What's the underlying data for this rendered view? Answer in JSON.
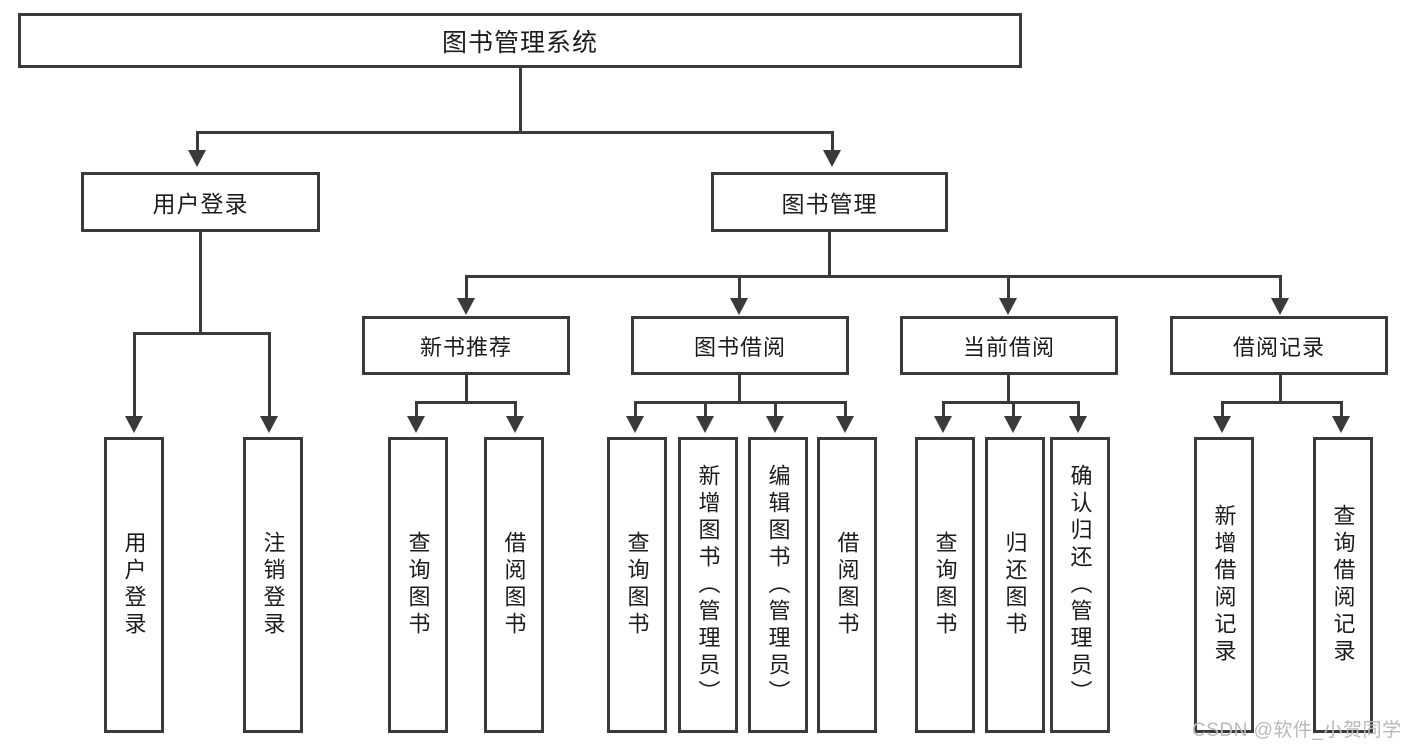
{
  "diagram": {
    "title": "图书管理系统",
    "type": "tree-hierarchy-diagram",
    "colors": {
      "stroke": "#3a3a3a",
      "fill": "#ffffff",
      "text": "#1c1c1c",
      "watermark": "#b9b9b9"
    },
    "root": {
      "label": "图书管理系统"
    },
    "level2": [
      {
        "id": "user-login",
        "label": "用户登录"
      },
      {
        "id": "book-management",
        "label": "图书管理"
      }
    ],
    "level3": [
      {
        "id": "new-book-recommend",
        "label": "新书推荐"
      },
      {
        "id": "book-borrow",
        "label": "图书借阅"
      },
      {
        "id": "current-borrow",
        "label": "当前借阅"
      },
      {
        "id": "borrow-record",
        "label": "借阅记录"
      }
    ],
    "leaves": {
      "user_login": [
        {
          "id": "leaf-user-login",
          "label": "用户登录"
        },
        {
          "id": "leaf-logout-login",
          "label": "注销登录"
        }
      ],
      "new_book_recommend": [
        {
          "id": "leaf-query-book-1",
          "label": "查询图书"
        },
        {
          "id": "leaf-borrow-book-1",
          "label": "借阅图书"
        }
      ],
      "book_borrow": [
        {
          "id": "leaf-query-book-2",
          "label": "查询图书"
        },
        {
          "id": "leaf-add-book",
          "label": "新增图书（管理员）"
        },
        {
          "id": "leaf-edit-book",
          "label": "编辑图书（管理员）"
        },
        {
          "id": "leaf-borrow-book-2",
          "label": "借阅图书"
        }
      ],
      "current_borrow": [
        {
          "id": "leaf-query-book-3",
          "label": "查询图书"
        },
        {
          "id": "leaf-return-book",
          "label": "归还图书"
        },
        {
          "id": "leaf-confirm-return",
          "label": "确认归还（管理员）"
        }
      ],
      "borrow_record": [
        {
          "id": "leaf-add-record",
          "label": "新增借阅记录"
        },
        {
          "id": "leaf-query-record",
          "label": "查询借阅记录"
        }
      ]
    }
  },
  "watermark": {
    "text": "CSDN @软件_小贺同学"
  }
}
